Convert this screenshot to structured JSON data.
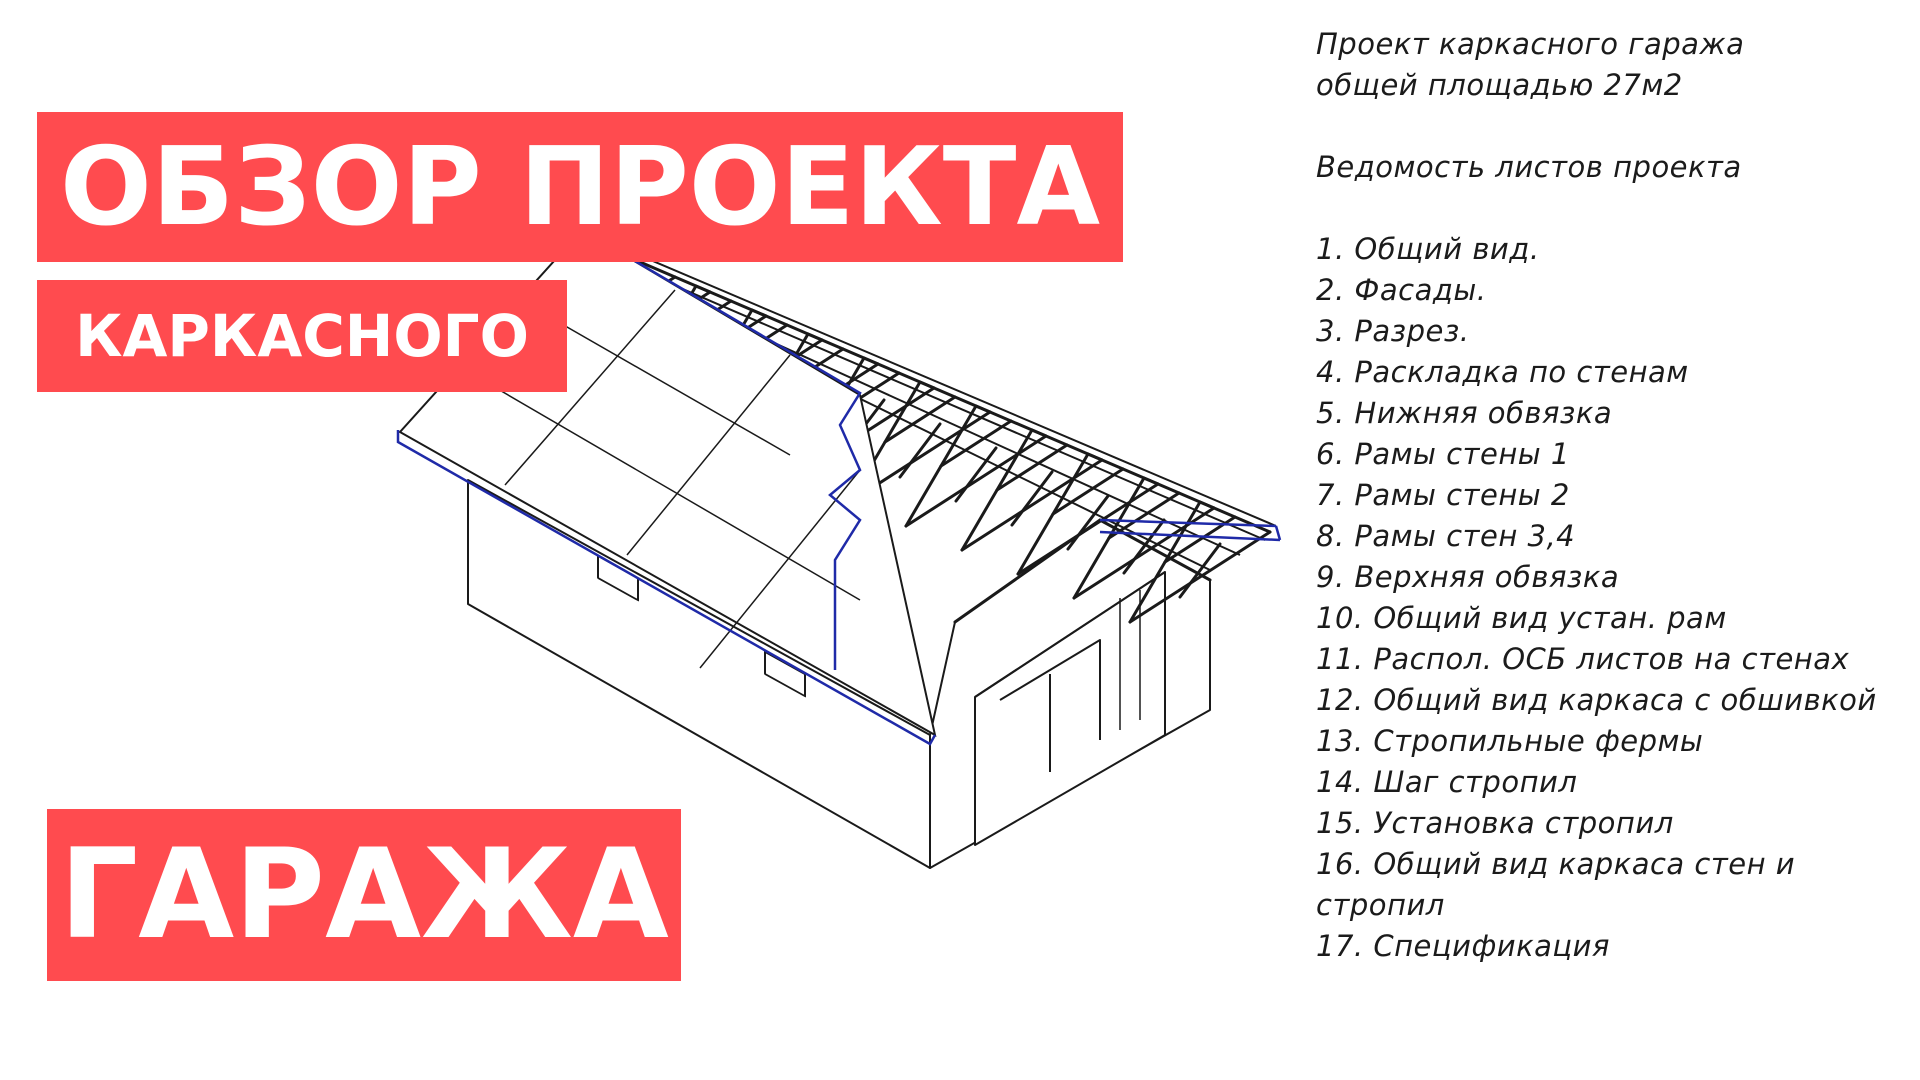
{
  "banners": {
    "line1": "ОБЗОР ПРОЕКТА",
    "line2": "КАРКАСНОГО",
    "line3": "ГАРАЖА"
  },
  "project": {
    "title_line1": "Проект каркасного гаража",
    "title_line2": "общей площадью 27м2",
    "list_heading": "Ведомость листов проекта",
    "sheets": [
      "1. Общий вид.",
      "2. Фасады.",
      "3. Разрез.",
      "4. Раскладка по стенам",
      "5. Нижняя обвязка",
      "6. Рамы стены 1",
      "7. Рамы стены 2",
      "8. Рамы стен 3,4",
      "9. Верхняя обвязка",
      "10. Общий вид устан. рам",
      "11. Распол. ОСБ листов на стенах",
      "12. Общий вид каркаса с обшивкой",
      "13. Стропильные фермы",
      "14. Шаг стропил",
      "15. Установка стропил",
      "16. Общий вид каркаса стен и стропил",
      "17. Спецификация"
    ]
  },
  "colors": {
    "banner_bg": "#ff4b4f",
    "banner_text": "#ffffff",
    "drawing_line": "#1a1a1a",
    "roof_edge": "#1f2aa8",
    "highlight_truss": "#d81b1b"
  }
}
